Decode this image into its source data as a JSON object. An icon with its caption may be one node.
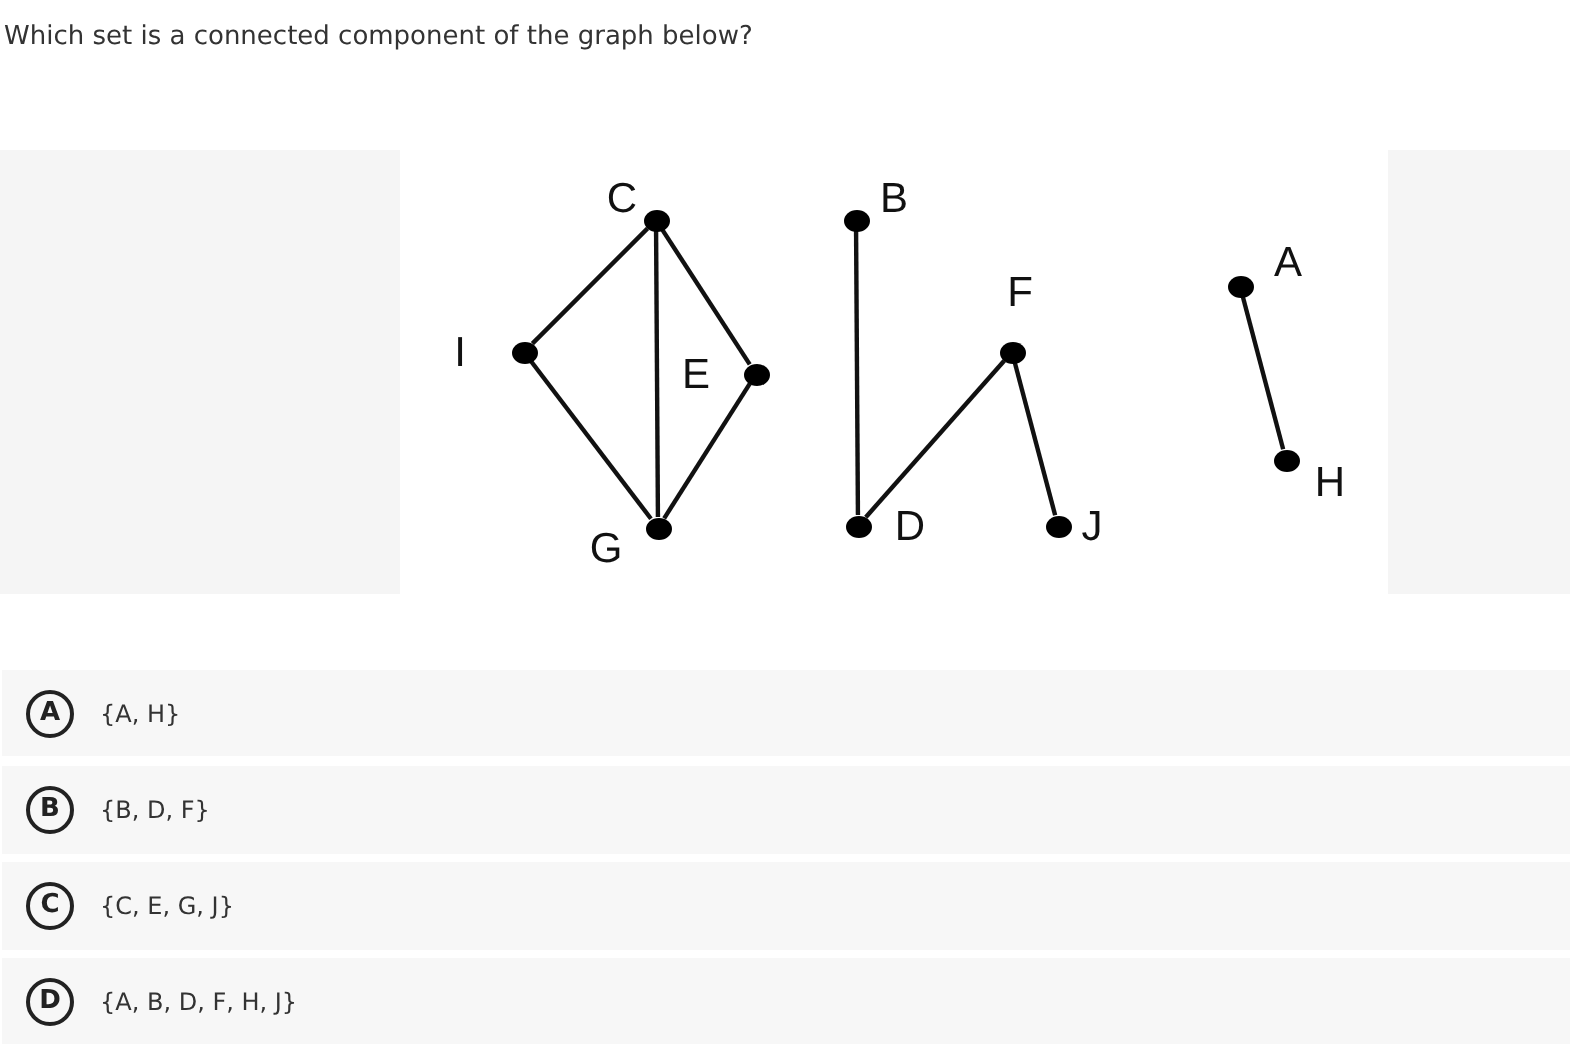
{
  "diagram": {
    "title": "Which set is a connected component of the graph below?",
    "nodes": [
      {
        "text": [],
        "shape": "circle",
        "beside": [
          "C"
        ]
      },
      {
        "text": [],
        "shape": "circle",
        "beside": [
          "B"
        ]
      },
      {
        "text": [],
        "shape": "circle",
        "beside": [
          "A"
        ]
      },
      {
        "text": [],
        "shape": "circle",
        "beside": [
          "I"
        ]
      },
      {
        "text": [],
        "shape": "circle",
        "beside": [
          "F"
        ]
      },
      {
        "text": [],
        "shape": "circle",
        "beside": [
          "E"
        ]
      },
      {
        "text": [],
        "shape": "circle",
        "beside": [
          "H"
        ]
      },
      {
        "text": [],
        "shape": "circle",
        "beside": [
          "G"
        ]
      },
      {
        "text": [],
        "shape": "circle",
        "beside": [
          "D"
        ]
      },
      {
        "text": [],
        "shape": "circle",
        "beside": [
          "J"
        ]
      },
      {
        "text": [
          "{A, H}"
        ]
      },
      {
        "text": [
          "A"
        ],
        "in": 10
      },
      {
        "text": [
          "{B, D, F}"
        ]
      },
      {
        "text": [
          "B"
        ],
        "in": 12
      },
      {
        "text": [
          "{C, E, G, J}"
        ]
      },
      {
        "text": [
          "C"
        ],
        "in": 14
      },
      {
        "text": [
          "{A, B, D, F, H, J}"
        ]
      },
      {
        "text": [
          "D"
        ],
        "in": 16
      }
    ],
    "edges": [
      {
        "from": 0,
        "to": 3,
        "arrow": "none"
      },
      {
        "from": 0,
        "to": 7,
        "arrow": "none"
      },
      {
        "from": 0,
        "to": 5,
        "arrow": "none"
      },
      {
        "from": 3,
        "to": 7,
        "arrow": "none"
      },
      {
        "from": 5,
        "to": 7,
        "arrow": "none"
      },
      {
        "from": 1,
        "to": 8,
        "arrow": "none"
      },
      {
        "from": 8,
        "to": 4,
        "arrow": "none"
      },
      {
        "from": 4,
        "to": 9,
        "arrow": "none"
      },
      {
        "from": 2,
        "to": 6,
        "arrow": "none"
      }
    ]
  }
}
